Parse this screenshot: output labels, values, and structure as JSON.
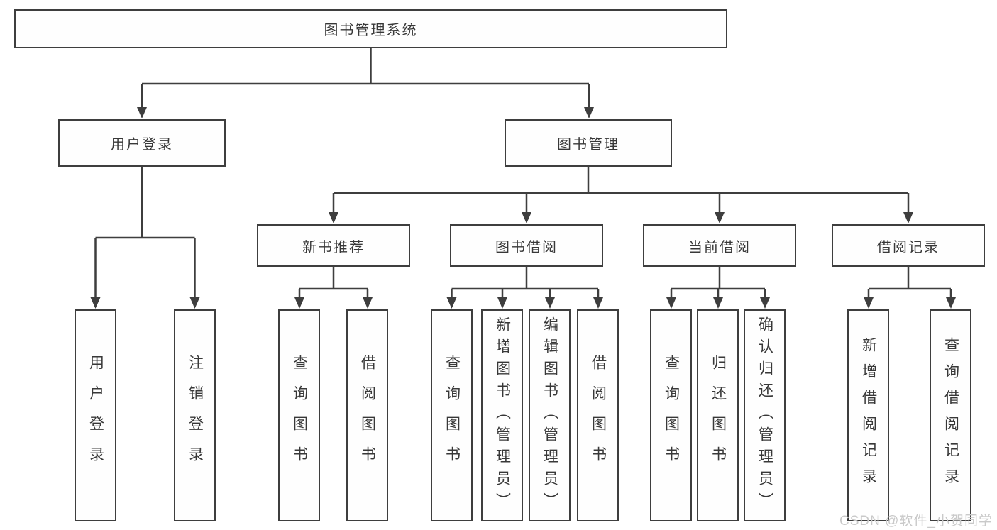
{
  "tree": {
    "root": {
      "label": "图书管理系统",
      "children": [
        {
          "label": "用户登录",
          "children": [
            {
              "label": "用户登录"
            },
            {
              "label": "注销登录"
            }
          ]
        },
        {
          "label": "图书管理",
          "children": [
            {
              "label": "新书推荐",
              "children": [
                {
                  "label": "查询图书"
                },
                {
                  "label": "借阅图书"
                }
              ]
            },
            {
              "label": "图书借阅",
              "children": [
                {
                  "label": "查询图书"
                },
                {
                  "label": "新增图书（管理员）"
                },
                {
                  "label": "编辑图书（管理员）"
                },
                {
                  "label": "借阅图书"
                }
              ]
            },
            {
              "label": "当前借阅",
              "children": [
                {
                  "label": "查询图书"
                },
                {
                  "label": "归还图书"
                },
                {
                  "label": "确认归还（管理员）"
                }
              ]
            },
            {
              "label": "借阅记录",
              "children": [
                {
                  "label": "新增借阅记录"
                },
                {
                  "label": "查询借阅记录"
                }
              ]
            }
          ]
        }
      ]
    }
  },
  "watermark": {
    "text": "CSDN @软件_小贺同学"
  },
  "colors": {
    "line": "#3e3e3e",
    "text": "#383838",
    "box_background": "#fefefe",
    "page_background": "#ffffff",
    "watermark": "#c9c9c9"
  }
}
